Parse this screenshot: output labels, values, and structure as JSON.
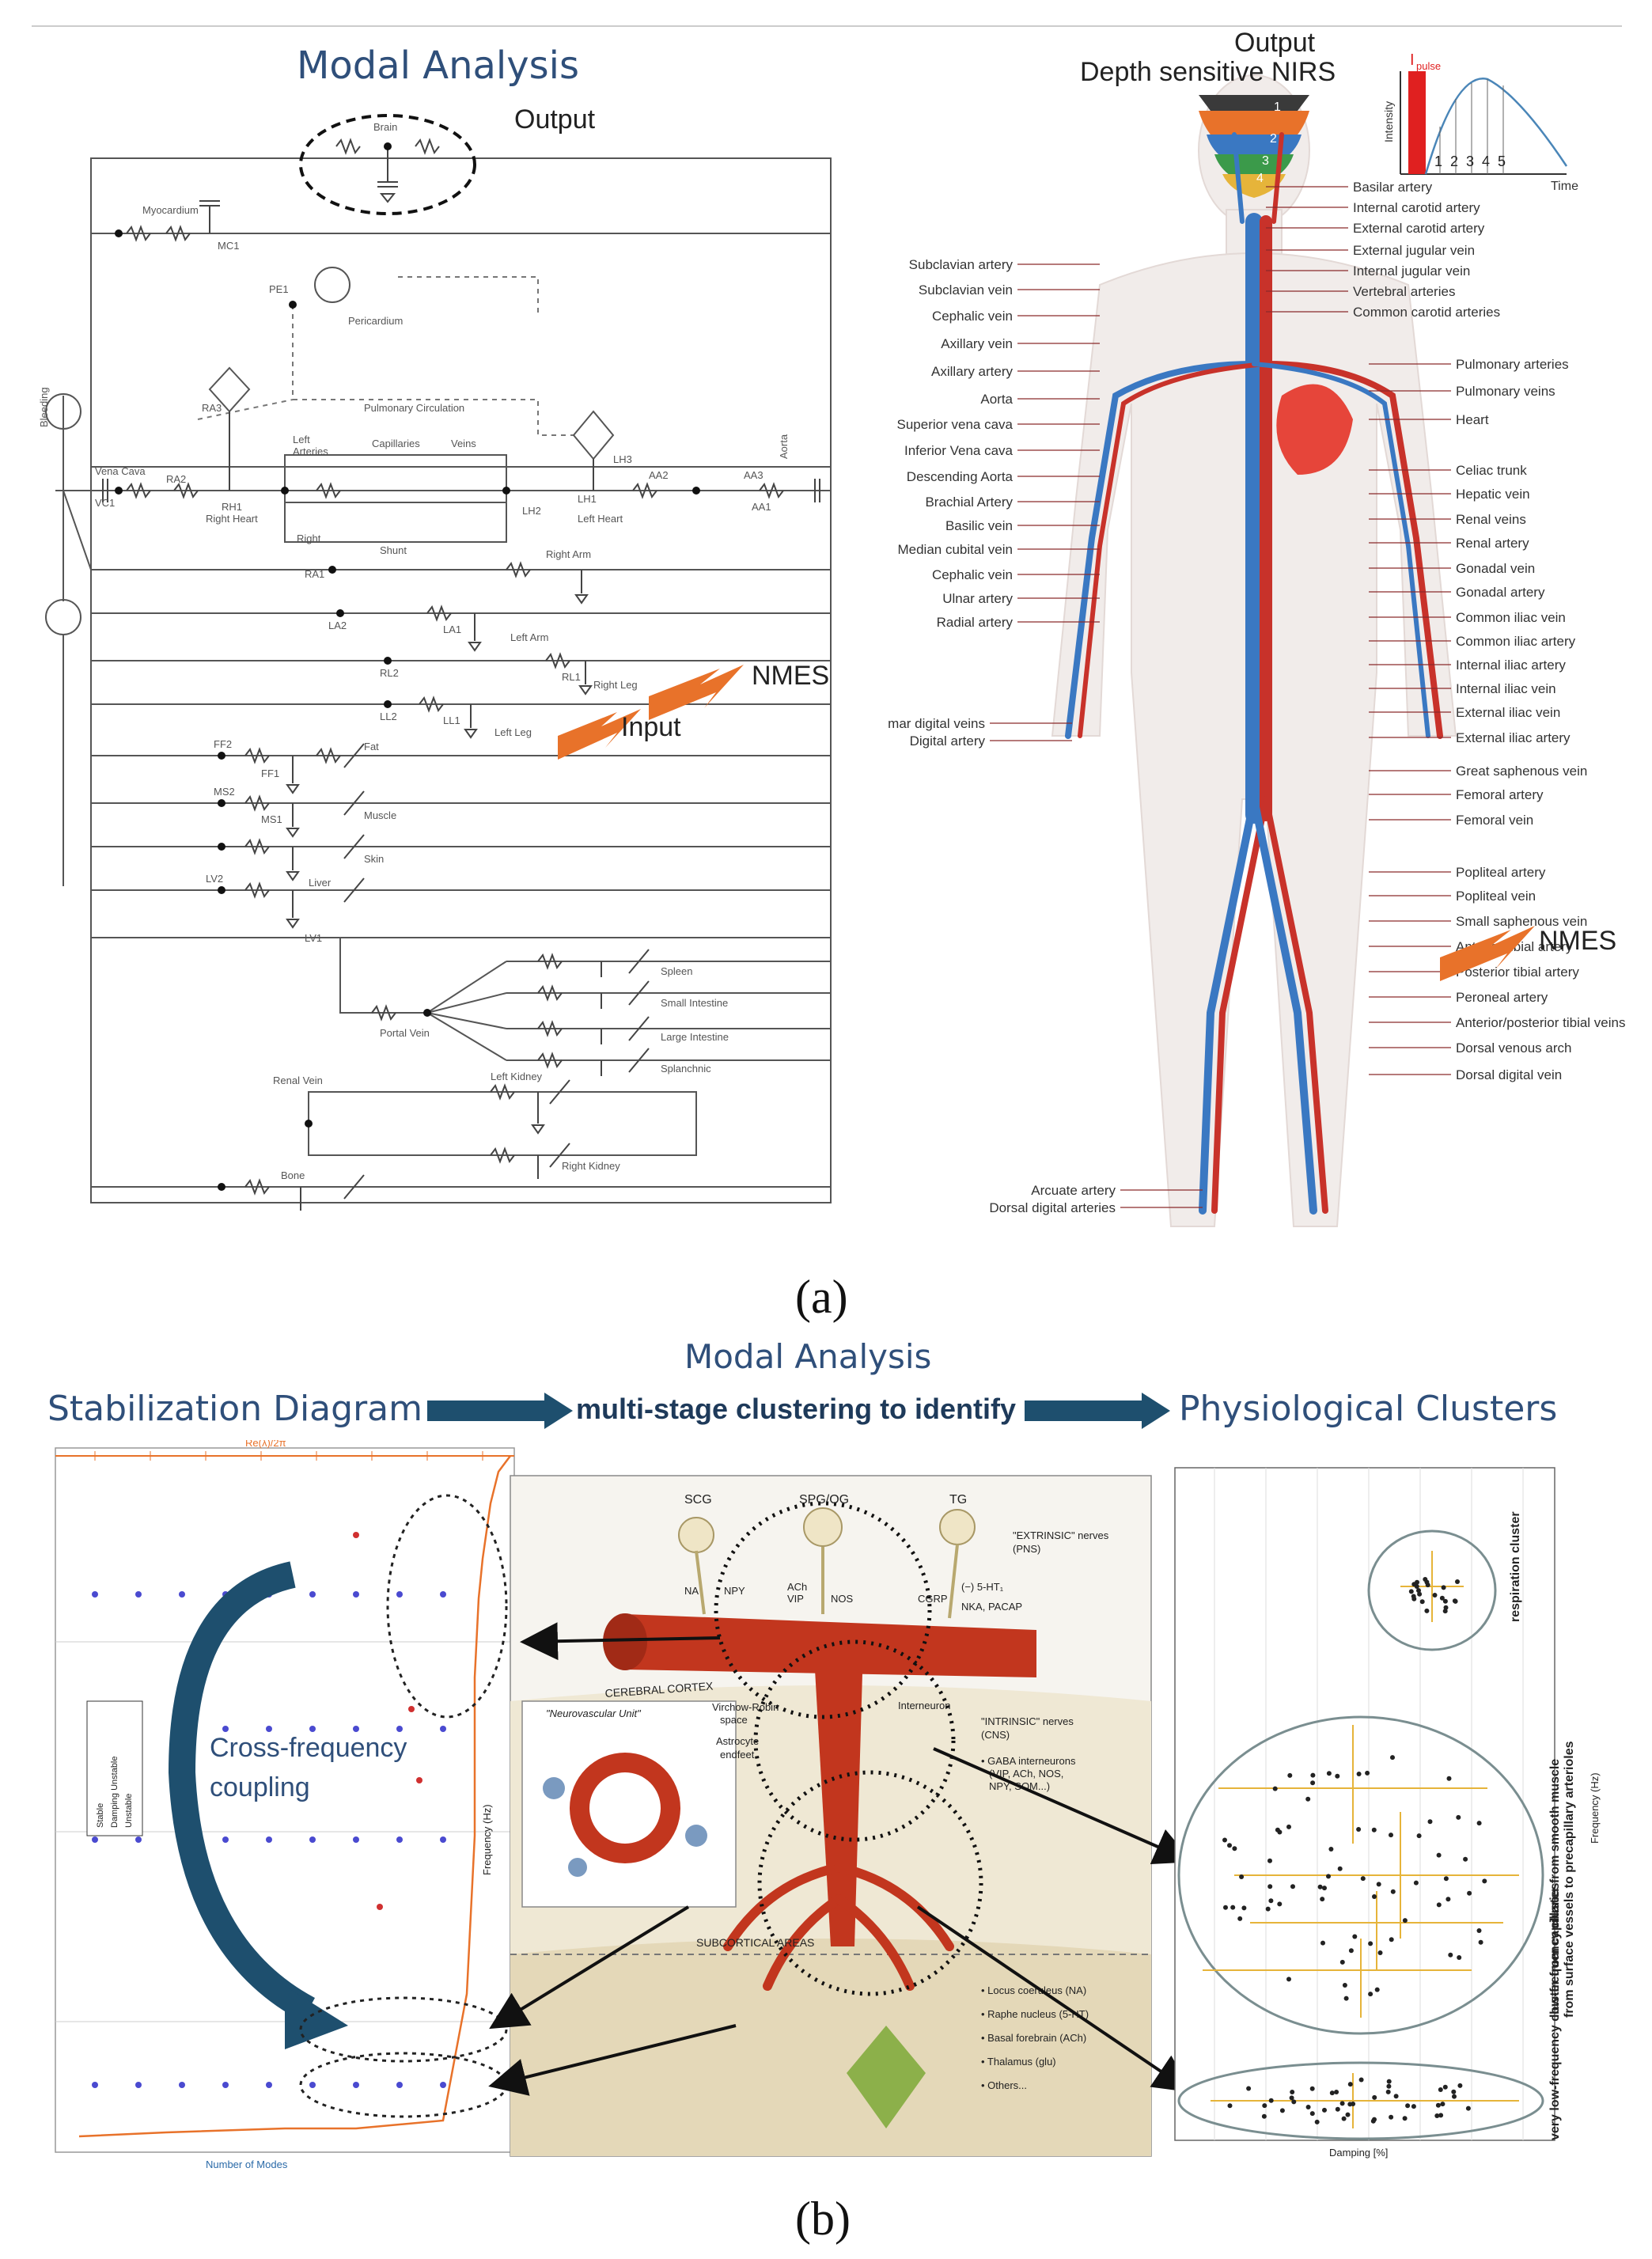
{
  "panel_a": {
    "modal_analysis": "Modal Analysis",
    "output_circuit": "Output",
    "output_top": "Output",
    "depth_nirs": "Depth sensitive NIRS",
    "pulse_label": "I",
    "pulse_sub": "pulse",
    "intensity": "Intensity",
    "time": "Time",
    "nums": [
      "1",
      "2",
      "3",
      "4",
      "5"
    ],
    "nmes": "NMES",
    "input": "Input",
    "circuit_labels": {
      "brain": "Brain",
      "myocardium": "Myocardium",
      "mc1": "MC1",
      "pe1": "PE1",
      "pericardium": "Pericardium",
      "pulm_circ": "Pulmonary Circulation",
      "capillaries": "Capillaries",
      "veins": "Veins",
      "left": "Left",
      "arteries": "Arteries",
      "right": "Right",
      "shunt": "Shunt",
      "vena_cava": "Vena Cava",
      "vc1": "VC1",
      "ra2": "RA2",
      "ra3": "RA3",
      "rh1": "RH1",
      "right_heart": "Right Heart",
      "left_heart": "Left Heart",
      "lh1": "LH1",
      "lh2": "LH2",
      "lh3": "LH3",
      "aa1": "AA1",
      "aa2": "AA2",
      "aa3": "AA3",
      "aorta": "Aorta",
      "bleeding": "Bleeding",
      "right_arm": "Right Arm",
      "ra1": "RA1",
      "la1": "LA1",
      "la2": "LA2",
      "left_arm": "Left Arm",
      "rl1": "RL1",
      "rl2": "RL2",
      "right_leg": "Right Leg",
      "ll1": "LL1",
      "ll2": "LL2",
      "left_leg": "Left Leg",
      "ff1": "FF1",
      "ff2": "FF2",
      "fat": "Fat",
      "ms1": "MS1",
      "ms2": "MS2",
      "muscle": "Muscle",
      "skin": "Skin",
      "lv1": "LV1",
      "lv2": "LV2",
      "liver": "Liver",
      "portal_vein": "Portal Vein",
      "spleen": "Spleen",
      "small_intestine": "Small Intestine",
      "large_intestine": "Large Intestine",
      "splanchnic": "Splanchnic",
      "renal_vein": "Renal Vein",
      "left_kidney": "Left Kidney",
      "right_kidney": "Right Kidney",
      "bone": "Bone"
    },
    "vessel_left": [
      "Subclavian artery",
      "Subclavian vein",
      "Cephalic vein",
      "Axillary vein",
      "Axillary artery",
      "Aorta",
      "Superior vena cava",
      "Inferior Vena cava",
      "Descending Aorta",
      "Brachial Artery",
      "Basilic vein",
      "Median cubital vein",
      "Cephalic vein",
      "Ulnar artery",
      "Radial artery",
      "mar digital veins",
      "Digital artery",
      "Arcuate artery",
      "Dorsal digital arteries"
    ],
    "vessel_right": [
      "Basilar artery",
      "Internal carotid artery",
      "External carotid artery",
      "External jugular vein",
      "Internal jugular vein",
      "Vertebral arteries",
      "Common carotid arteries",
      "Pulmonary arteries",
      "Pulmonary veins",
      "Heart",
      "Celiac trunk",
      "Hepatic vein",
      "Renal veins",
      "Renal artery",
      "Gonadal vein",
      "Gonadal artery",
      "Common iliac vein",
      "Common iliac artery",
      "Internal iliac artery",
      "Internal iliac vein",
      "External iliac vein",
      "External iliac artery",
      "Great saphenous vein",
      "Femoral artery",
      "Femoral vein",
      "Popliteal artery",
      "Popliteal vein",
      "Small saphenous vein",
      "Anterior tibial artery",
      "Posterior tibial artery",
      "Peroneal artery",
      "Anterior/posterior tibial veins",
      "Dorsal venous arch",
      "Dorsal digital vein"
    ],
    "caption": "(a)"
  },
  "panel_b": {
    "modal_analysis": "Modal Analysis",
    "stabilization": "Stabilization Diagram",
    "multistage": "multi-stage clustering to identify",
    "physio": "Physiological Clusters",
    "cross_freq_1": "Cross-frequency",
    "cross_freq_2": "coupling",
    "stab_axis_top": "Re(λ)/2π",
    "stab_axis_freq": "Frequency (Hz)",
    "stab_axis_modes": "Number of Modes",
    "legend": [
      "Stable",
      "Damping Unstable",
      "Unstable"
    ],
    "neuro": {
      "scg": "SCG",
      "spg": "SPG/OG",
      "tg": "TG",
      "na": "NA",
      "npy": "NPY",
      "ach": "ACh",
      "vip": "VIP",
      "nos": "NOS",
      "ht": "(−) 5-HT₁",
      "cgrp": "CGRP",
      "nka": "NKA, PACAP",
      "extrinsic": "\"EXTRINSIC\" nerves",
      "pns": "(PNS)",
      "cortex": "CEREBRAL CORTEX",
      "vr": "Virchow-Robin",
      "space": "space",
      "interneuron": "Interneuron",
      "intrinsic": "\"INTRINSIC\" nerves",
      "cns": "(CNS)",
      "astrocyte": "Astrocyte",
      "endfeet": "endfeet",
      "nvu": "\"Neurovascular Unit\"",
      "gaba": "• GABA interneurons",
      "gaba2": "(VIP, ACh, NOS,",
      "gaba3": "NPY, SOM...)",
      "subcortical": "SUBCORTICAL AREAS",
      "sources": [
        "• Locus coeruleus (NA)",
        "• Raphe nucleus (5-HT)",
        "• Basal forebrain (ACh)",
        "• Thalamus (glu)",
        "• Others..."
      ]
    },
    "cluster_resp": "respiration cluster",
    "cluster_low_1": "low-frequency cluster from smooth muscle",
    "cluster_low_2": "from surface vessels to precapillary arterioles",
    "cluster_vlow_1": "very low-frequency cluster from capillaries",
    "cluster_axis_freq": "Frequency (Hz)",
    "cluster_axis_damp": "Damping [%]",
    "caption": "(b)"
  },
  "colors": {
    "title_blue": "#2f4f7a",
    "artery": "#c8322a",
    "vein": "#3a78c2",
    "orange": "#e8722a",
    "arrow_navy": "#1e4f6e",
    "gold": "#e6b43a"
  }
}
